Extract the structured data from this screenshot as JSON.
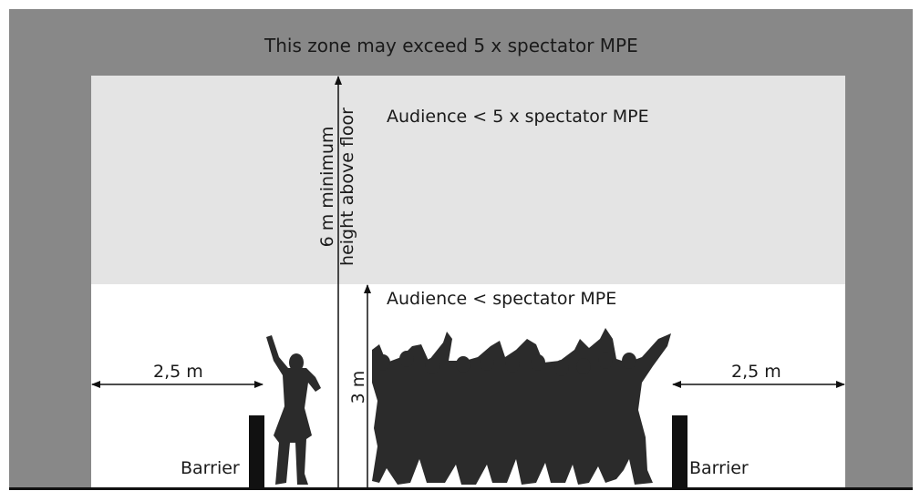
{
  "zones": {
    "top_label": "This zone may exceed 5 x spectator MPE",
    "middle_label": "Audience < 5 x spectator MPE",
    "bottom_label": "Audience < spectator MPE"
  },
  "dimensions": {
    "min_height_line1": "6 m minimum",
    "min_height_line2": "height above floor",
    "three_m": "3 m",
    "left_distance": "2,5 m",
    "right_distance": "2,5 m"
  },
  "barriers": {
    "left_label": "Barrier",
    "right_label": "Barrier"
  },
  "colors": {
    "outer_zone": "#888888",
    "middle_zone": "#e4e4e4",
    "inner_zone": "#ffffff",
    "silhouette": "#2b2b2b",
    "barrier": "#111111"
  }
}
